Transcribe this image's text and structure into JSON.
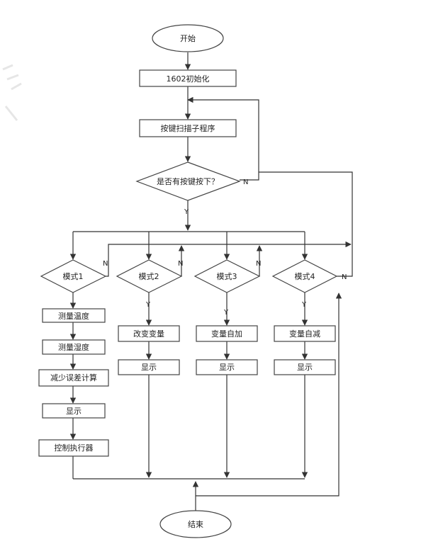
{
  "nodes": {
    "start": "开始",
    "init": "1602初始化",
    "scan": "按键扫描子程序",
    "check": "是否有按键按下？",
    "mode1": "模式1",
    "mode2": "模式2",
    "mode3": "模式3",
    "mode4": "模式4",
    "m1_step1": "测量温度",
    "m1_step2": "测量湿度",
    "m1_step3": "减少误差计算",
    "m1_step4": "显示",
    "m1_step5": "控制执行器",
    "m2_step1": "改变变量",
    "m2_step2": "显示",
    "m3_step1": "变量自加",
    "m3_step2": "显示",
    "m4_step1": "变量自减",
    "m4_step2": "显示",
    "end": "结束"
  },
  "labels": {
    "yes": "Y",
    "no": "N"
  }
}
